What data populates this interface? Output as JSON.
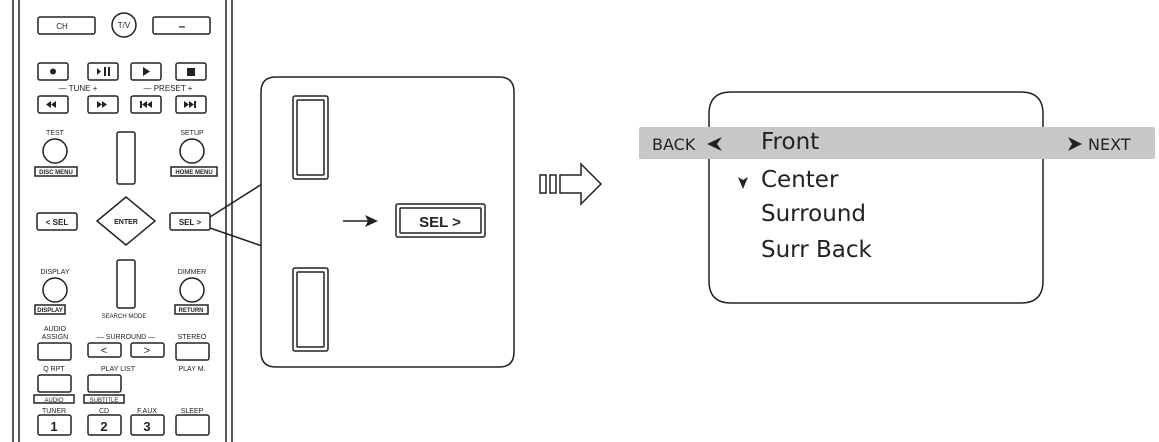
{
  "remote": {
    "row1": {
      "ch": "CH",
      "tv": "T/V",
      "minus": "–"
    },
    "tune_label": "— TUNE +",
    "preset_label": "— PRESET +",
    "test": "TEST",
    "setup": "SETUP",
    "disc_menu": "DISC MENU",
    "home_menu": "HOME MENU",
    "sel_left": "< SEL",
    "enter": "ENTER",
    "sel_right": "SEL >",
    "display": "DISPLAY",
    "display_box": "DISPLAY",
    "dimmer": "DIMMER",
    "search_mode": "SEARCH MODE",
    "return": "RETURN",
    "audio_assign_1": "AUDIO",
    "audio_assign_2": "ASSIGN",
    "surround": "— SURROUND —",
    "stereo": "STEREO",
    "surround_left": "<",
    "surround_right": ">",
    "rpt": "Q RPT",
    "play_list": "PLAY LIST",
    "play_m": "PLAY M.",
    "audio": "AUDIO",
    "subtitle": "SUBTITLE",
    "tuner": "TUNER",
    "cd": "CD",
    "faux": "F.AUX",
    "sleep": "SLEEP",
    "num1": "1",
    "num2": "2",
    "num3": "3"
  },
  "callout": {
    "button": "SEL >"
  },
  "screen": {
    "back": "BACK",
    "next": "NEXT",
    "items": [
      "Front",
      "Center",
      "Surround",
      "Surr Back"
    ],
    "selected_index": 0,
    "marked_index": 1
  },
  "colors": {
    "highlight": "#c8c8c8",
    "line": "#222222"
  }
}
